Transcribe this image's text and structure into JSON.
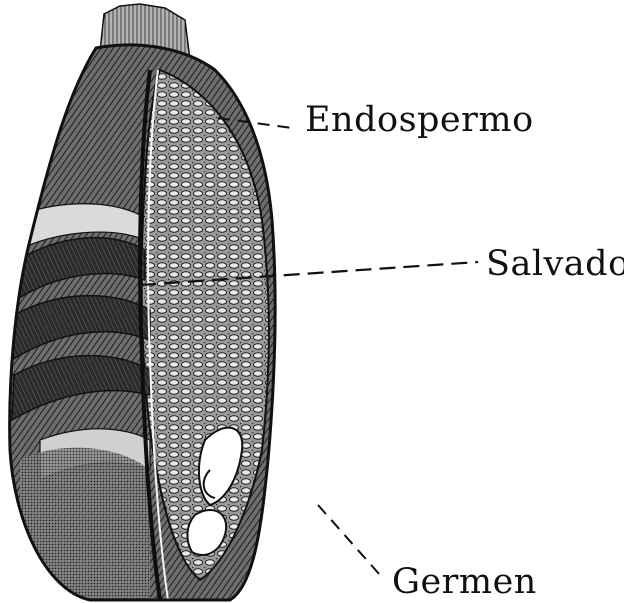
{
  "labels": {
    "endosperm": "Endospermo",
    "bran": "Salvado",
    "germ": "Germen"
  },
  "colors": {
    "ink": "#111111",
    "paper": "#ffffff",
    "shade_dark": "#2a2a2a",
    "shade_mid": "#6e6e6e",
    "shade_light": "#bdbdbd"
  }
}
